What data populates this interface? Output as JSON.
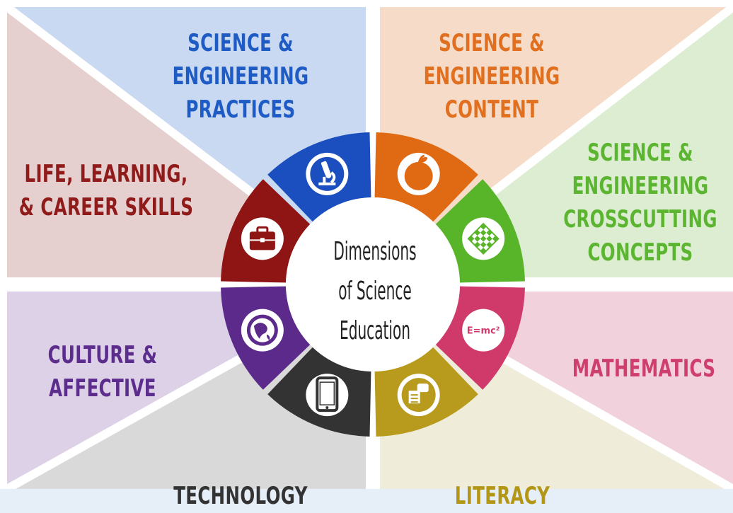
{
  "center": {
    "text": "Dimensions\nof Science\nEducation"
  },
  "segments": [
    {
      "id": "practices",
      "label": "SCIENCE &\nENGINEERING\nPRACTICES",
      "color": "#1b4fbf",
      "bg": "#c9d9f1",
      "text_color": "#1f5bc4",
      "icon": "microscope-icon"
    },
    {
      "id": "content",
      "label": "SCIENCE &\nENGINEERING\nCONTENT",
      "color": "#e06a14",
      "bg": "#f6dcc8",
      "text_color": "#e07020",
      "icon": "apple-icon"
    },
    {
      "id": "crosscutting",
      "label": "SCIENCE &\nENGINEERING\nCROSSCUTTING\nCONCEPTS",
      "color": "#58b52a",
      "bg": "#dcedd1",
      "text_color": "#5bb531",
      "icon": "checkered-diamond-icon"
    },
    {
      "id": "mathematics",
      "label": "MATHEMATICS",
      "color": "#cf3a6a",
      "bg": "#f1d1dc",
      "text_color": "#cf3f6e",
      "icon": "equation-icon",
      "icon_text": "E=mc²"
    },
    {
      "id": "literacy",
      "label": "LITERACY",
      "color": "#b89a1c",
      "bg": "#efecd9",
      "text_color": "#b39615",
      "icon": "reading-icon"
    },
    {
      "id": "technology",
      "label": "TECHNOLOGY",
      "color": "#333333",
      "bg": "#d9d9d9",
      "text_color": "#333333",
      "icon": "tablet-icon"
    },
    {
      "id": "culture",
      "label": "CULTURE &\nAFFECTIVE",
      "color": "#5b2a8a",
      "bg": "#dcd1e6",
      "text_color": "#5c2d8c",
      "icon": "globe-icon"
    },
    {
      "id": "life",
      "label": "LIFE, LEARNING,\n& CAREER SKILLS",
      "color": "#8f1414",
      "bg": "#e6cfcf",
      "text_color": "#8f1b1b",
      "icon": "briefcase-icon"
    }
  ]
}
